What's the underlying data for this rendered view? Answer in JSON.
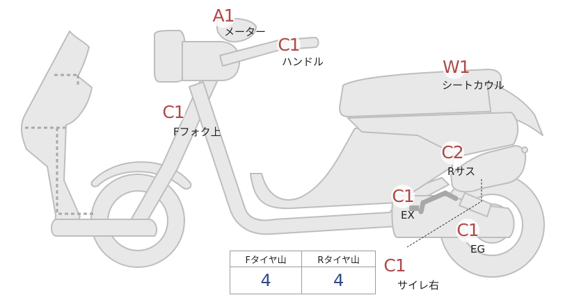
{
  "markers": [
    {
      "code": "A1",
      "label": "メーター"
    },
    {
      "code": "C1",
      "label": "ハンドル"
    },
    {
      "code": "W1",
      "label": "シートカウル"
    },
    {
      "code": "C1",
      "label": "Fフォク上"
    },
    {
      "code": "C2",
      "label": "Rサス"
    },
    {
      "code": "C1",
      "label": "EX"
    },
    {
      "code": "C1",
      "label": "EG"
    },
    {
      "code": "C1",
      "label": "サイレ右"
    }
  ],
  "tire_table": {
    "headers": [
      "Fタイヤ山",
      "Rタイヤ山"
    ],
    "values": [
      "4",
      "4"
    ]
  },
  "colors": {
    "body_fill": "#e8e8e8",
    "outline": "#bdbdbd",
    "code_text": "#b04848",
    "value_text": "#2e4a86"
  }
}
